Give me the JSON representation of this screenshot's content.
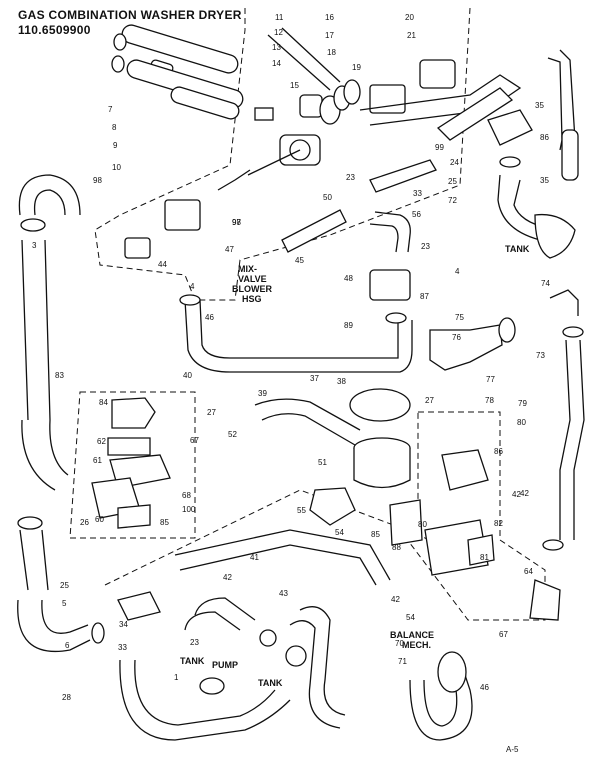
{
  "title": {
    "line1": "GAS COMBINATION WASHER DRYER",
    "line2": "110.6509900"
  },
  "page_ref": "A-5",
  "text_labels": {
    "mix_valve": [
      "MIX-",
      "VALVE",
      "BLOWER",
      "HSG"
    ],
    "tank_top": "TANK",
    "tank_pump": "TANK",
    "pump": "PUMP",
    "tank_bottom": "TANK",
    "balance": [
      "BALANCE",
      "MECH."
    ]
  },
  "callouts": [
    "11",
    "12",
    "13",
    "14",
    "15",
    "16",
    "17",
    "18",
    "19",
    "20",
    "21",
    "98",
    "7",
    "8",
    "9",
    "10",
    "99",
    "35",
    "86",
    "24",
    "25",
    "72",
    "35",
    "98",
    "50",
    "23",
    "33",
    "56",
    "97",
    "45",
    "23",
    "48",
    "47",
    "44",
    "4",
    "46",
    "87",
    "89",
    "40",
    "37",
    "38",
    "39",
    "52",
    "27",
    "84",
    "67",
    "62",
    "61",
    "68",
    "100",
    "26",
    "60",
    "85",
    "83",
    "3",
    "51",
    "55",
    "54",
    "80",
    "85",
    "88",
    "86",
    "81",
    "82",
    "64",
    "27",
    "42",
    "41",
    "42",
    "43",
    "42",
    "34",
    "33",
    "23",
    "1",
    "25",
    "5",
    "6",
    "28",
    "75",
    "76",
    "77",
    "78",
    "4",
    "74",
    "73",
    "79",
    "80",
    "42",
    "54",
    "67",
    "70",
    "71",
    "46"
  ]
}
